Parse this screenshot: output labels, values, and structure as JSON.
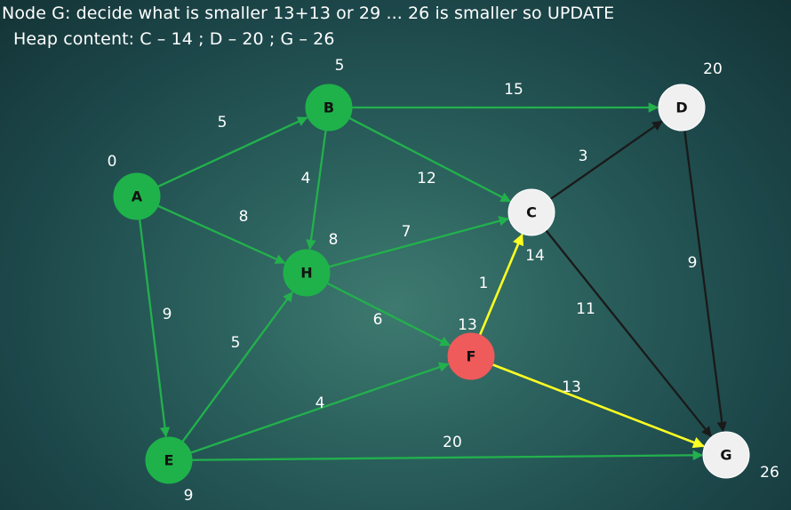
{
  "header": {
    "line1": "Node G: decide what is smaller 13+13 or 29 ... 26 is smaller so UPDATE",
    "line2": "Heap content:  C – 14 ; D – 20 ; G – 26"
  },
  "colors": {
    "visited": "#1fb24a",
    "current": "#ef5a5a",
    "unvisited": "#f0f0f0",
    "edge_tree": "#22b14c",
    "edge_active": "#ffff22",
    "edge_plain": "#1a1a1a"
  },
  "graph": {
    "nodes": [
      {
        "id": "A",
        "state": "visited",
        "distance": "0"
      },
      {
        "id": "B",
        "state": "visited",
        "distance": "5"
      },
      {
        "id": "H",
        "state": "visited",
        "distance": "8"
      },
      {
        "id": "E",
        "state": "visited",
        "distance": "9"
      },
      {
        "id": "F",
        "state": "current",
        "distance": "13"
      },
      {
        "id": "C",
        "state": "unvisited",
        "distance": "14"
      },
      {
        "id": "D",
        "state": "unvisited",
        "distance": "20"
      },
      {
        "id": "G",
        "state": "unvisited",
        "distance": "26"
      }
    ],
    "edges": [
      {
        "from": "A",
        "to": "B",
        "weight": "5",
        "style": "tree"
      },
      {
        "from": "A",
        "to": "H",
        "weight": "8",
        "style": "tree"
      },
      {
        "from": "A",
        "to": "E",
        "weight": "9",
        "style": "tree"
      },
      {
        "from": "B",
        "to": "D",
        "weight": "15",
        "style": "tree"
      },
      {
        "from": "B",
        "to": "C",
        "weight": "12",
        "style": "tree"
      },
      {
        "from": "B",
        "to": "H",
        "weight": "4",
        "style": "tree"
      },
      {
        "from": "H",
        "to": "C",
        "weight": "7",
        "style": "tree"
      },
      {
        "from": "H",
        "to": "F",
        "weight": "6",
        "style": "tree"
      },
      {
        "from": "E",
        "to": "H",
        "weight": "5",
        "style": "tree"
      },
      {
        "from": "E",
        "to": "F",
        "weight": "4",
        "style": "tree"
      },
      {
        "from": "E",
        "to": "G",
        "weight": "20",
        "style": "tree"
      },
      {
        "from": "F",
        "to": "C",
        "weight": "1",
        "style": "active"
      },
      {
        "from": "F",
        "to": "G",
        "weight": "13",
        "style": "active"
      },
      {
        "from": "C",
        "to": "D",
        "weight": "3",
        "style": "plain"
      },
      {
        "from": "C",
        "to": "G",
        "weight": "11",
        "style": "plain"
      },
      {
        "from": "D",
        "to": "G",
        "weight": "9",
        "style": "plain"
      }
    ]
  }
}
